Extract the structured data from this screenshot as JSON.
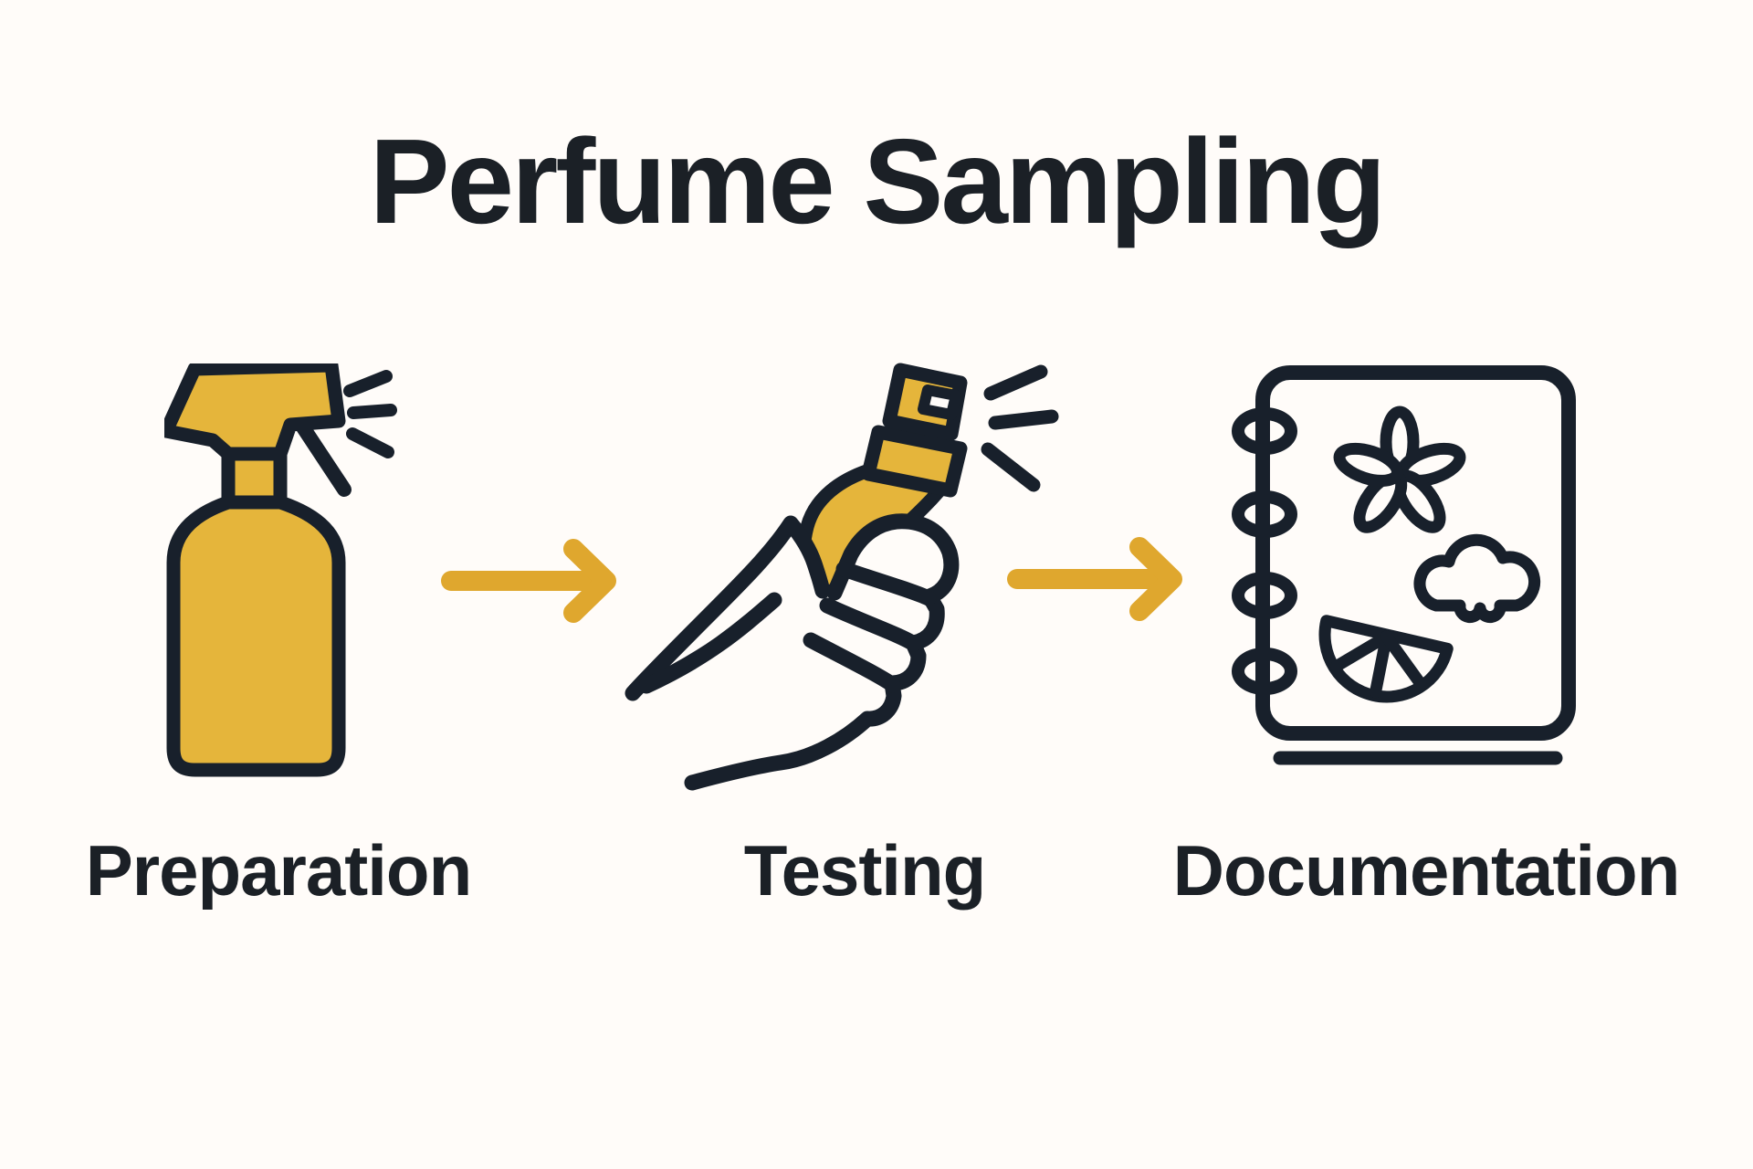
{
  "title": "Perfume Sampling",
  "steps": [
    {
      "id": "preparation",
      "label": "Preparation",
      "icon": "spray-bottle-icon"
    },
    {
      "id": "testing",
      "label": "Testing",
      "icon": "hand-spray-icon"
    },
    {
      "id": "documentation",
      "label": "Documentation",
      "icon": "scent-notebook-icon"
    }
  ],
  "arrows": [
    {
      "id": "arrow-1",
      "direction": "right"
    },
    {
      "id": "arrow-2",
      "direction": "right"
    }
  ],
  "notebook_motifs": [
    "flower-icon",
    "cloud-icon",
    "citrus-slice-icon"
  ],
  "colors": {
    "background": "#FFFCF9",
    "ink": "#18202B",
    "text": "#1B2026",
    "accent_yellow": "#E5B53B",
    "arrow_yellow": "#DFA72E"
  }
}
